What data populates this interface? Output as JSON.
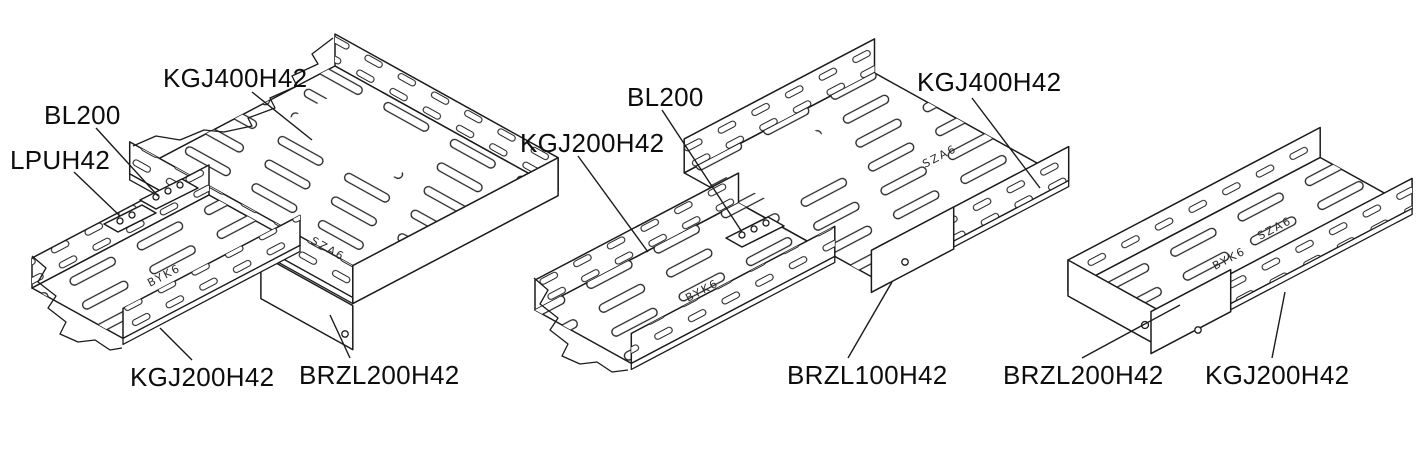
{
  "diagram": {
    "kind": "cable-tray reducing tee and reducer assemblies, isometric line drawing",
    "colors": {
      "background": "#ffffff",
      "line": "#1b1b1b"
    }
  },
  "assemblies": [
    {
      "id": "left-tee-assembly",
      "parts": [
        {
          "key": "kgj400",
          "label": "KGJ400H42"
        },
        {
          "key": "bl200",
          "label": "BL200"
        },
        {
          "key": "lpuh42",
          "label": "LPUH42"
        },
        {
          "key": "kgj200",
          "label": "KGJ200H42"
        },
        {
          "key": "brzl200",
          "label": "BRZL200H42"
        }
      ]
    },
    {
      "id": "middle-reducer-assembly",
      "parts": [
        {
          "key": "bl200",
          "label": "BL200"
        },
        {
          "key": "kgj200",
          "label": "KGJ200H42"
        },
        {
          "key": "kgj400",
          "label": "KGJ400H42"
        },
        {
          "key": "brzl100",
          "label": "BRZL100H42"
        }
      ]
    },
    {
      "id": "right-tray-assembly",
      "parts": [
        {
          "key": "brzl200",
          "label": "BRZL200H42"
        },
        {
          "key": "kgj200",
          "label": "KGJ200H42"
        }
      ]
    }
  ],
  "emboss_marks": [
    "SZA6",
    "BYK6"
  ]
}
